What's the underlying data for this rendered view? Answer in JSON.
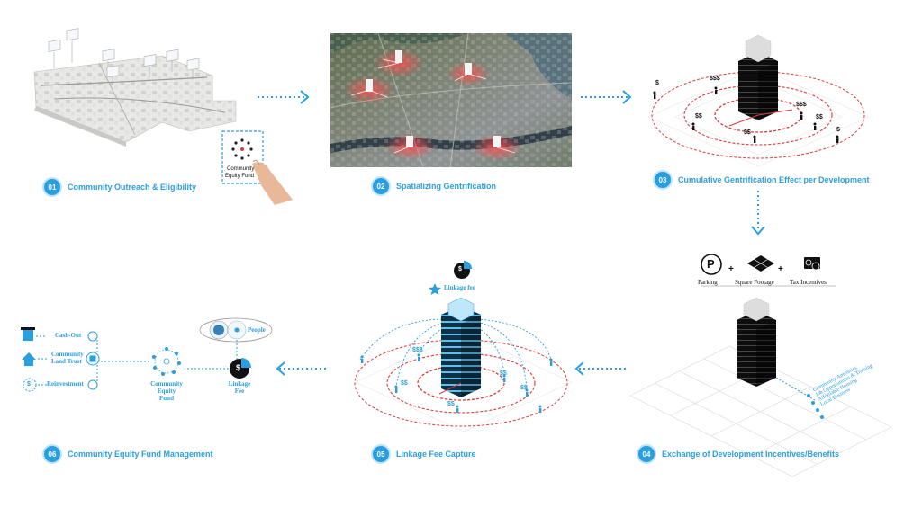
{
  "steps": [
    {
      "num": "01",
      "title": "Community Outreach & Eligibility"
    },
    {
      "num": "02",
      "title": "Spatializing Gentrification"
    },
    {
      "num": "03",
      "title": "Cumulative Gentrification Effect per Development"
    },
    {
      "num": "04",
      "title": "Exchange of Development Incentives/Benefits"
    },
    {
      "num": "05",
      "title": "Linkage Fee Capture"
    },
    {
      "num": "06",
      "title": "Community Equity Fund Management"
    }
  ],
  "panel1": {
    "card_label_1": "Community",
    "card_label_2": "Equity Fund"
  },
  "panel3": {
    "dollars": [
      "$",
      "$$$",
      "$$",
      "$$$",
      "$$",
      "$$",
      "$"
    ]
  },
  "panel4": {
    "incentives": [
      "Parking",
      "Square Footage",
      "Tax Incentives"
    ],
    "plus": "+",
    "benefits": [
      "Community Amenities",
      "Job Opportunities & Training",
      "Affordable Housing",
      "Local Business"
    ]
  },
  "panel5": {
    "linkage_fee": "Linkage fee",
    "dollars": [
      "$$$",
      "$$",
      "$$",
      "$$",
      "$$"
    ]
  },
  "panel6": {
    "cash_out": "Cash-Out",
    "land_trust_1": "Community",
    "land_trust_2": "Land Trust",
    "reinvestment": "Reinvestment",
    "fund_1": "Community",
    "fund_2": "Equity",
    "fund_3": "Fund",
    "linkage_1": "Linkage",
    "linkage_2": "Fee",
    "people": "People"
  },
  "colors": {
    "accent": "#2a9fe0",
    "red": "#e03a3a",
    "dark": "#111111"
  }
}
